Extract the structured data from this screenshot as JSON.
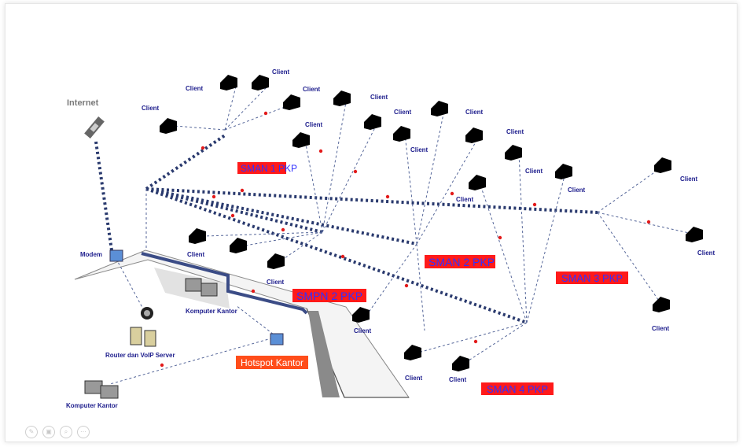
{
  "diagram": {
    "internet_label": "Internet",
    "modem_label": "Modem",
    "router_label": "Router dan VoIP Server",
    "office_pc_label_1": "Komputer Kantor",
    "office_pc_label_2": "Komputer Kantor",
    "client_label": "Client",
    "sites": [
      {
        "id": "sman1",
        "label": "SMAN 1 PKP"
      },
      {
        "id": "smpn2",
        "label": "SMPN 2 PKP"
      },
      {
        "id": "sman2",
        "label": "SMAN 2 PKP"
      },
      {
        "id": "sman3",
        "label": "SMAN 3 PKP"
      },
      {
        "id": "sman4",
        "label": "SMAN 4 PKP"
      },
      {
        "id": "hotspot",
        "label": "Hotspot Kantor"
      }
    ],
    "colors": {
      "tag_bg": "#ff1a1a",
      "tag_text": "#3030ff",
      "hotspot_bg": "#ff4d1a",
      "hotspot_text": "#ffffff",
      "link": "#2a3a6e",
      "label": "#1c1c8c"
    }
  },
  "toolbar": {
    "icons": [
      "pen-icon",
      "image-icon",
      "zoom-icon",
      "more-icon"
    ]
  }
}
